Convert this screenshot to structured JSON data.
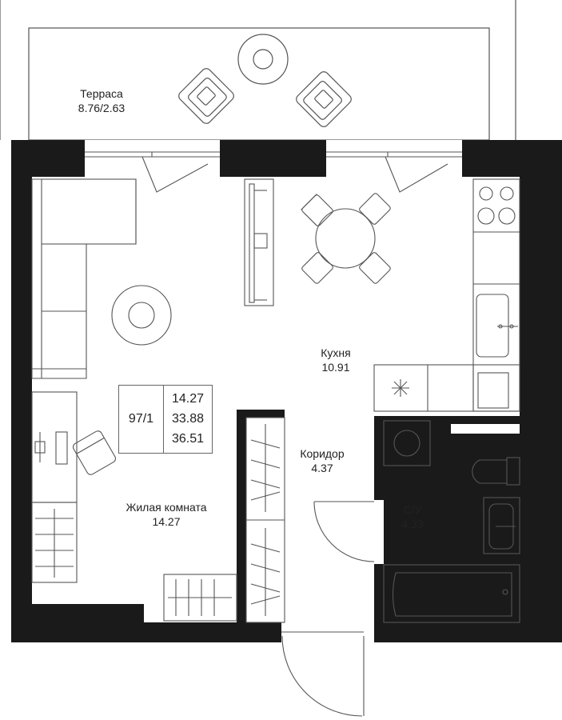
{
  "rooms": {
    "terrace": {
      "name": "Терраса",
      "area": "8.76/2.63"
    },
    "kitchen": {
      "name": "Кухня",
      "area": "10.91"
    },
    "corridor": {
      "name": "Коридор",
      "area": "4.37"
    },
    "bathroom": {
      "name": "С/У",
      "area": "4.33"
    },
    "living": {
      "name": "Жилая комната",
      "area": "14.27"
    }
  },
  "summary": {
    "apartment": "97/1",
    "living_area": "14.27",
    "total_area": "33.88",
    "area_with_terrace": "36.51"
  },
  "colors": {
    "wall": "#1a1a1a",
    "line": "#555555",
    "fill": "#ffffff"
  }
}
